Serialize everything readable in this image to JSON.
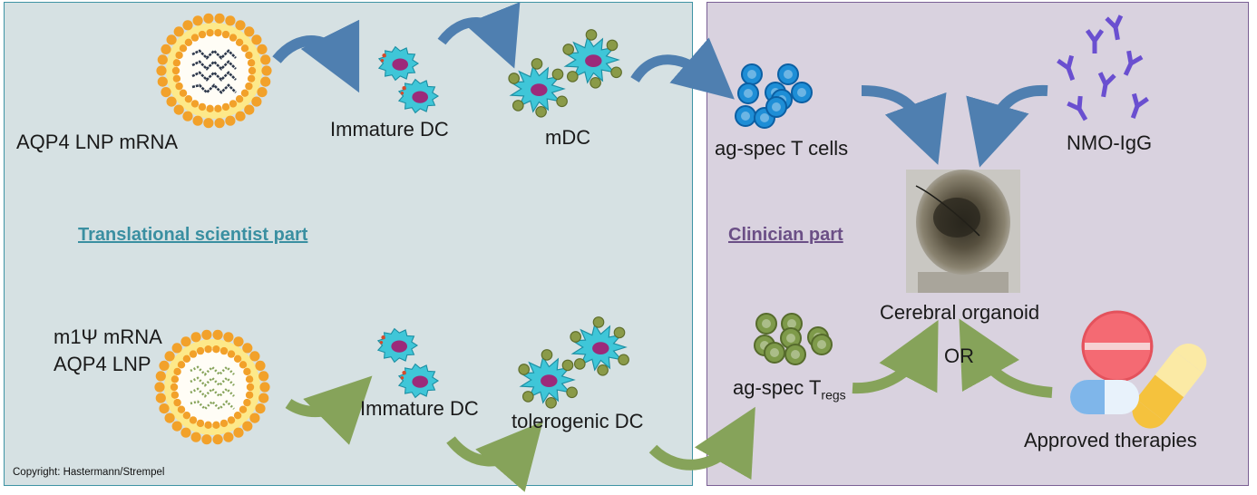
{
  "left_part": {
    "title": "Translational scientist part",
    "title_color": "#3a8fa1",
    "top_row": {
      "lnp_label": "AQP4 LNP mRNA",
      "immature_dc_label": "Immature DC",
      "mature_dc_label": "mDC"
    },
    "bottom_row": {
      "lnp_label_line1": "m1Ψ mRNA",
      "lnp_label_line2": "AQP4 LNP",
      "immature_dc_label": "Immature DC",
      "tolerogenic_dc_label": "tolerogenic DC"
    },
    "copyright": "Copyright: Hastermann/Strempel"
  },
  "right_part": {
    "title": "Clinician part",
    "title_color": "#6b4f86",
    "t_cells_label": "ag-spec T cells",
    "nmo_igg_label": "NMO-IgG",
    "organoid_label": "Cerebral organoid",
    "or_label": "OR",
    "tregs_label_main": "ag-spec T",
    "tregs_label_sub": "regs",
    "therapies_label": "Approved therapies"
  },
  "colors": {
    "blue_arrow": "#4f7fb0",
    "green_arrow": "#86a35a",
    "lnp_orange": "#f2a12a",
    "lnp_yellow": "#fde98a",
    "dc_cyan": "#3fc6d8",
    "nucleus": "#9c2a7a",
    "t_cell_blue": "#1e8ed6",
    "treg_green": "#7e9a4a",
    "antibody_purple": "#6a4fd0"
  }
}
